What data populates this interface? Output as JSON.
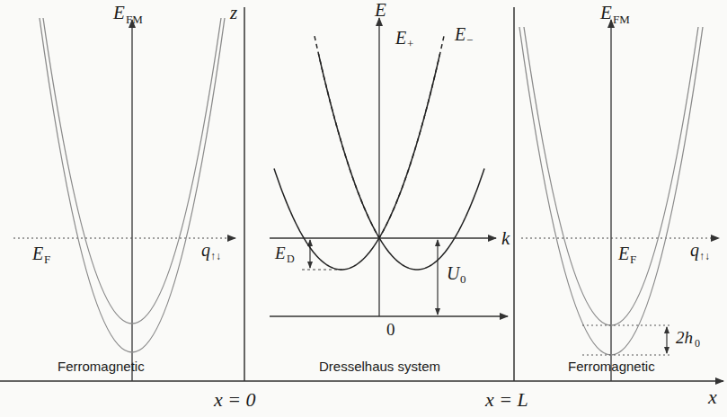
{
  "diagram": {
    "labels": [
      "E",
      "FM",
      "z",
      "E",
      "E",
      "+",
      "E",
      "−",
      "E",
      "F",
      "q",
      "↑↓",
      "k",
      "E",
      "D",
      "U",
      "0",
      "0",
      "E",
      "FM",
      "E",
      "F",
      "q",
      "↑↓",
      "2h",
      "0",
      "Ferromagnetic",
      "Dresselhaus system",
      "Ferromagnetic",
      "x = 0",
      "x = L",
      "x"
    ]
  }
}
